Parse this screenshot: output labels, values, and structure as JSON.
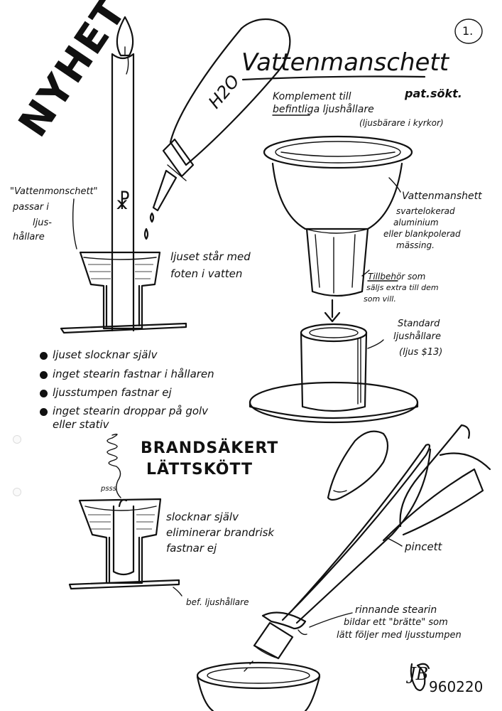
{
  "page_number": "1.",
  "headline": "NYHET",
  "title": "Vattenmanschett",
  "patent": "pat.sökt.",
  "intro": {
    "line1": "Komplement till",
    "line2": "befintliga ljushållare",
    "line3": "(ljusbärare i kyrkor)"
  },
  "bottle_label": "H2O",
  "candle_symbol": "☧",
  "left_note": {
    "line1": "\"Vattenmonschett\"",
    "line2": "passar i",
    "line3": "ljus-",
    "line4": "hållare"
  },
  "candle_note": {
    "line1": "ljuset står med",
    "line2": "foten i vatten"
  },
  "cup_note": {
    "line1": "Vattenmanshett",
    "line2": "svartelokerad",
    "line3": "aluminium",
    "line4": "eller blankpolerad",
    "line5": "mässing."
  },
  "accessory_note": {
    "line1": "Tillbehör som",
    "line2": "säljs extra till dem",
    "line3": "som vill."
  },
  "holder_note": {
    "line1": "Standard",
    "line2": "ljushållare",
    "line3": "(ljus $13)"
  },
  "benefits": [
    "ljuset slocknar själv",
    "inget stearin fastnar i hållaren",
    "ljusstumpen fastnar ej",
    "inget stearin droppar på golv"
  ],
  "benefits_cont": "eller stativ",
  "safety": {
    "line1": "BRANDSÄKERT",
    "line2": "LÄTTSKÖTT"
  },
  "sound": "psss",
  "extinguish_note": {
    "line1": "slocknar själv",
    "line2": "eliminerar brandrisk",
    "line3": "fastnar ej"
  },
  "existing_holder": "bef. ljushållare",
  "tweezers": "pincett",
  "wax_note": {
    "line1": "rinnande stearin",
    "line2": "bildar ett \"brätte\" som",
    "line3": "lätt följer med ljusstumpen"
  },
  "signature": "JB",
  "date_code": "960220"
}
